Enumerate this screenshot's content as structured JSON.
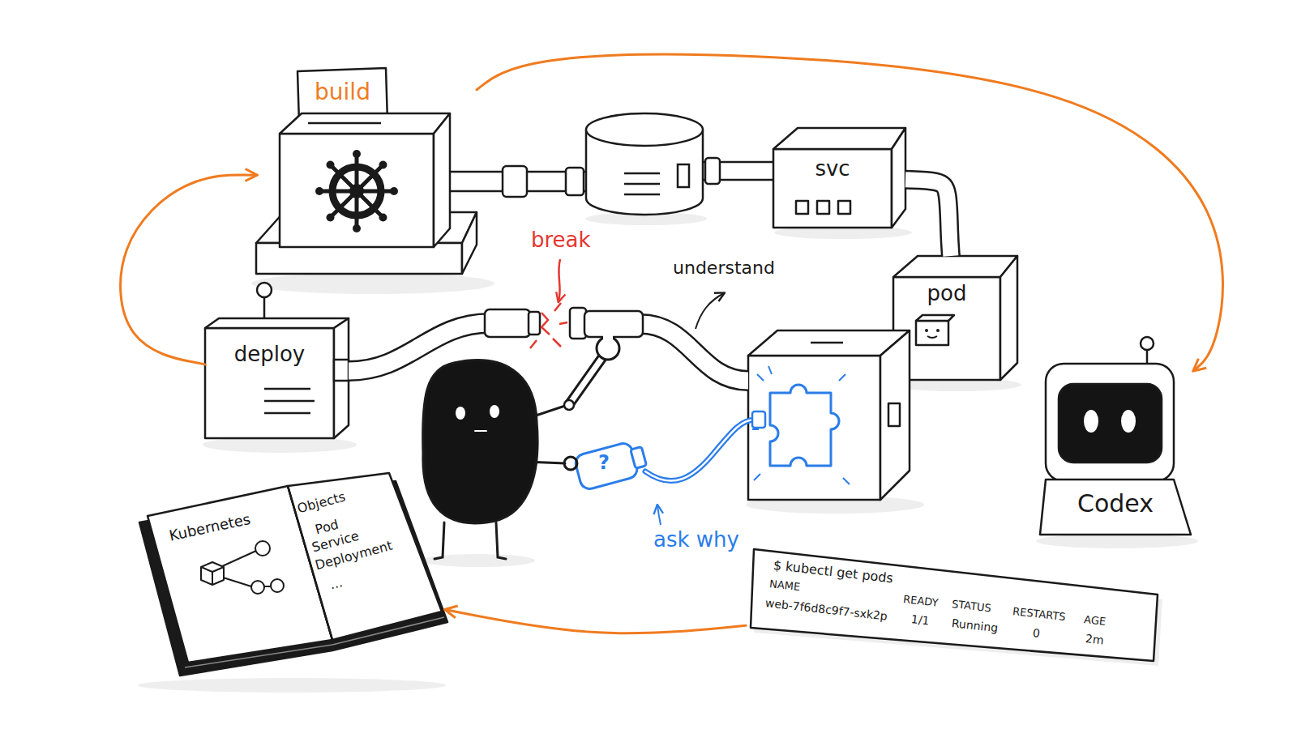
{
  "diagram": {
    "nodes": [
      {
        "text": [
          "build"
        ]
      },
      {
        "text": [
          "svc"
        ]
      },
      {
        "text": [
          "deploy"
        ]
      },
      {
        "text": [
          "pod"
        ]
      },
      {
        "text": [
          "Codex"
        ]
      },
      {
        "text": [
          "Kubernetes",
          "Objects",
          "Pod",
          "Service",
          "Deployment",
          "..."
        ]
      },
      {
        "text": [
          "$ kubectl get pods",
          "NAME",
          "READY",
          "STATUS",
          "RESTARTS",
          "AGE",
          "web-7f6d8c9f7-sxk2p",
          "1/1",
          "Running",
          "0",
          "2m"
        ]
      }
    ],
    "edges": [
      {
        "from": 0,
        "to": 4,
        "arrow": "to"
      },
      {
        "from": 1,
        "to": 3,
        "arrow": "none"
      },
      {
        "from": 6,
        "to": 5,
        "arrow": "to"
      },
      {
        "from": 2,
        "to": 0,
        "arrow": "to"
      }
    ],
    "labels": [
      "break",
      "understand",
      "ask why",
      "?"
    ]
  }
}
